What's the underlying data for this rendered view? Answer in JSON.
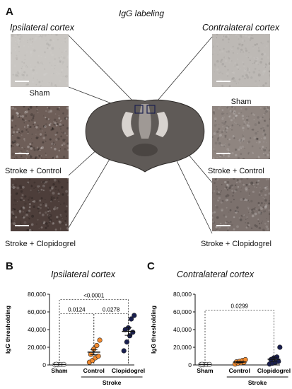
{
  "panel_a": {
    "letter": "A",
    "title": "IgG labeling",
    "left_heading": "Ipsilateral cortex",
    "right_heading": "Contralateral cortex",
    "left_captions": [
      "Sham",
      "Stroke + Control",
      "Stroke + Clopidogrel"
    ],
    "right_captions": [
      "Sham",
      "Stroke + Control",
      "Stroke + Clopidogrel"
    ],
    "tile_colors": {
      "sham": "#c9c6c2",
      "stroke_control": "#6e5e58",
      "stroke_clopidogrel": "#4d3e3a",
      "contra_sham": "#bdb9b5",
      "contra_control": "#8f8580",
      "contra_clopidogrel": "#7c716d"
    }
  },
  "chart_data": [
    {
      "type": "scatter",
      "panel_letter": "B",
      "title": "Ipsilateral cortex",
      "ylabel": "IgG thresholding",
      "ylim": [
        0,
        80000
      ],
      "yticks": [
        0,
        20000,
        40000,
        60000,
        80000
      ],
      "ytick_labels": [
        "0",
        "20,000",
        "40,000",
        "60,000",
        "80,000"
      ],
      "categories": [
        "Sham",
        "Control",
        "Clopidogrel"
      ],
      "group_label": "Stroke",
      "colors": {
        "Sham": "#ffffff",
        "Control": "#f28a2e",
        "Clopidogrel": "#1a1f4f"
      },
      "points": {
        "Sham": [
          200,
          300,
          400,
          500,
          600
        ],
        "Control": [
          3000,
          5000,
          8000,
          10000,
          12000,
          18000,
          22000,
          28000
        ],
        "Clopidogrel": [
          16000,
          26000,
          33000,
          37000,
          40000,
          42000,
          52000,
          56000
        ]
      },
      "means": {
        "Sham": 400,
        "Control": 14500,
        "Clopidogrel": 38000
      },
      "sem": {
        "Sham": 100,
        "Control": 3000,
        "Clopidogrel": 4500
      },
      "comparisons": [
        {
          "a": "Sham",
          "b": "Clopidogrel",
          "p": "<0.0001",
          "y": 74000
        },
        {
          "a": "Sham",
          "b": "Control",
          "p": "0.0124",
          "y": 58000
        },
        {
          "a": "Control",
          "b": "Clopidogrel",
          "p": "0.0278",
          "y": 58000
        }
      ]
    },
    {
      "type": "scatter",
      "panel_letter": "C",
      "title": "Contralateral cortex",
      "ylabel": "IgG thresholding",
      "ylim": [
        0,
        80000
      ],
      "yticks": [
        0,
        20000,
        40000,
        60000,
        80000
      ],
      "ytick_labels": [
        "0",
        "20,000",
        "40,000",
        "60,000",
        "80,000"
      ],
      "categories": [
        "Sham",
        "Control",
        "Clopidogrel"
      ],
      "group_label": "Stroke",
      "colors": {
        "Sham": "#ffffff",
        "Control": "#f28a2e",
        "Clopidogrel": "#1a1f4f"
      },
      "points": {
        "Sham": [
          200,
          300,
          400,
          500,
          600
        ],
        "Control": [
          1000,
          2000,
          2500,
          3000,
          3500,
          4000,
          5000,
          6000
        ],
        "Clopidogrel": [
          1000,
          2000,
          3000,
          4000,
          6000,
          8000,
          9000,
          20000
        ]
      },
      "means": {
        "Sham": 400,
        "Control": 3300,
        "Clopidogrel": 6500
      },
      "sem": {
        "Sham": 100,
        "Control": 700,
        "Clopidogrel": 2200
      },
      "comparisons": [
        {
          "a": "Sham",
          "b": "Clopidogrel",
          "p": "0.0299",
          "y": 62000
        }
      ]
    }
  ]
}
